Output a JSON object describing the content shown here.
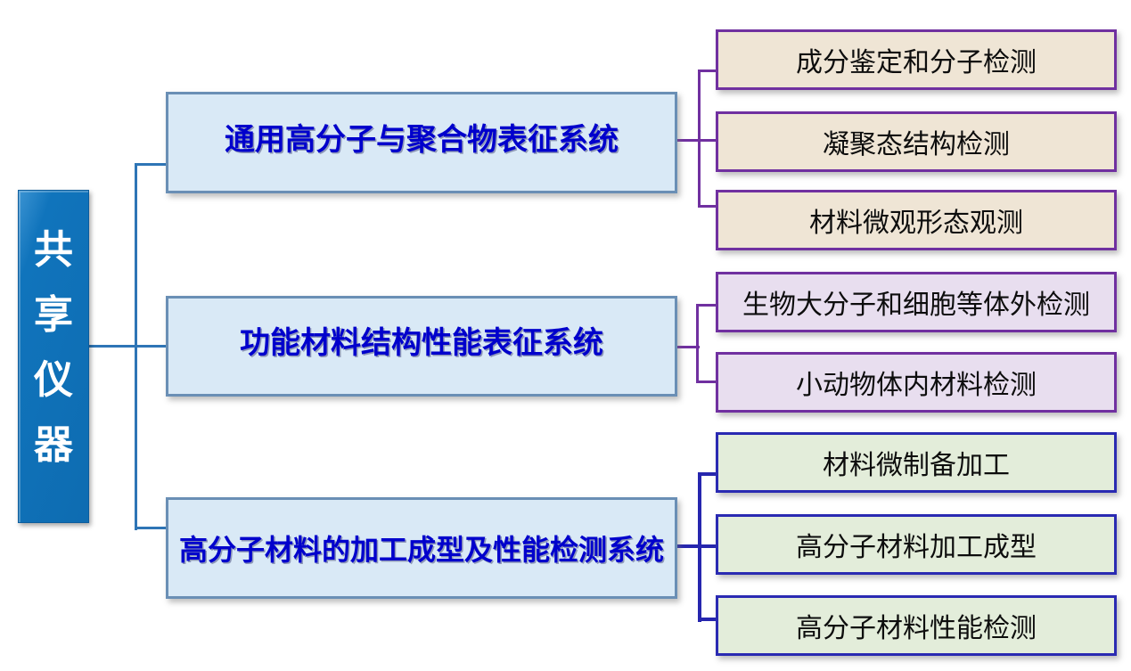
{
  "root": {
    "label": "共享仪器",
    "chars": [
      "共",
      "享",
      "仪",
      "器"
    ]
  },
  "branches": [
    {
      "label": "通用高分子与聚合物表征系统",
      "children": [
        "成分鉴定和分子检测",
        "凝聚态结构检测",
        "材料微观形态观测"
      ]
    },
    {
      "label": "功能材料结构性能表征系统",
      "children": [
        "生物大分子和细胞等体外检测",
        "小动物体内材料检测"
      ]
    },
    {
      "label": "高分子材料的加工成型及性能检测系统",
      "children": [
        "材料微制备加工",
        "高分子材料加工成型",
        "高分子材料性能检测"
      ]
    }
  ],
  "colors": {
    "root_fill": "#1074BC",
    "root_text": "#FFFFFF",
    "branch_fill": "#D9E9F6",
    "branch_border": "#6A8FB5",
    "branch_text": "#0000CC",
    "leaf_group1_fill": "#EFE5D5",
    "leaf_group2_fill": "#E8DEEF",
    "leaf_group3_fill": "#E3EDDA",
    "leaf_text": "#000000",
    "purple_border": "#7030A0",
    "navy_border": "#2A2AB2",
    "connector_root": "#2E75B6",
    "connector_group1": "#7030A0",
    "connector_group2": "#7030A0",
    "connector_group3": "#2626AE"
  }
}
